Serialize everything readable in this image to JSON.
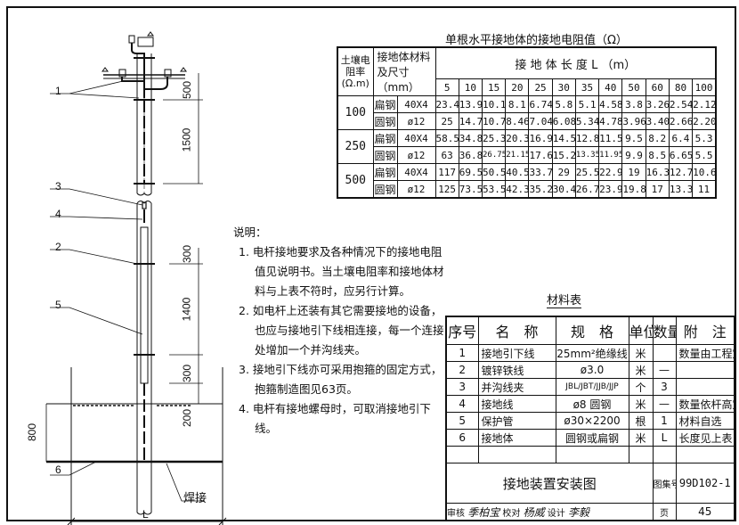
{
  "resistance_table": {
    "title": "单根水平接地体的接地电阻值（Ω）",
    "col_soil": "土壤电阻率(Ω.m)",
    "col_material": "接地体材料及尺寸（mm）",
    "col_length": "接 地 体 长 度 L （m）",
    "lengths": [
      "5",
      "10",
      "15",
      "20",
      "25",
      "30",
      "35",
      "40",
      "50",
      "60",
      "80",
      "100"
    ],
    "groups": [
      {
        "soil": "100",
        "rows": [
          {
            "material": "扁钢",
            "size": "40X4",
            "values": [
              "23.4",
              "13.9",
              "10.1",
              "8.1",
              "6.74",
              "5.8",
              "5.1",
              "4.58",
              "3.8",
              "3.26",
              "2.54",
              "2.12"
            ]
          },
          {
            "material": "圆钢",
            "size": "ø12",
            "values": [
              "25",
              "14.7",
              "10.7",
              "8.46",
              "7.04",
              "6.08",
              "5.34",
              "4.78",
              "3.96",
              "3.40",
              "2.66",
              "2.20"
            ]
          }
        ]
      },
      {
        "soil": "250",
        "rows": [
          {
            "material": "扁钢",
            "size": "40X4",
            "values": [
              "58.5",
              "34.8",
              "25.3",
              "20.3",
              "16.9",
              "14.5",
              "12.8",
              "11.5",
              "9.5",
              "8.2",
              "6.4",
              "5.3"
            ]
          },
          {
            "material": "圆钢",
            "size": "ø12",
            "values": [
              "63",
              "36.8",
              "26.75",
              "21.15",
              "17.6",
              "15.2",
              "13.35",
              "11.95",
              "9.9",
              "8.5",
              "6.65",
              "5.5"
            ]
          }
        ]
      },
      {
        "soil": "500",
        "rows": [
          {
            "material": "扁钢",
            "size": "40X4",
            "values": [
              "117",
              "69.5",
              "50.5",
              "40.5",
              "33.7",
              "29",
              "25.5",
              "22.9",
              "19",
              "16.3",
              "12.7",
              "10.6"
            ]
          },
          {
            "material": "圆钢",
            "size": "ø12",
            "values": [
              "125",
              "73.5",
              "53.5",
              "42.3",
              "35.2",
              "30.4",
              "26.7",
              "23.9",
              "19.8",
              "17",
              "13.3",
              "11"
            ]
          }
        ]
      }
    ]
  },
  "notes": {
    "heading": "说明：",
    "items": [
      "1. 电杆接地要求及各种情况下的接地电阻值见说明书。当土壤电阻率和接地体材料与上表不符时，应另行计算。",
      "2. 如电杆上还装有其它需要接地的设备，也应与接地引下线相连接，每一个连接处增加一个并沟线夹。",
      "3. 接地引下线亦可采用抱箍的固定方式，抱箍制造图见63页。",
      "4. 电杆有接地螺母时，可取消接地引下线。"
    ]
  },
  "materials": {
    "title": "材料表",
    "headers": [
      "序号",
      "名　称",
      "规　格",
      "单位",
      "数量",
      "附　注"
    ],
    "rows": [
      [
        "1",
        "接地引下线",
        "25mm²绝缘线",
        "米",
        "",
        "数量由工程定"
      ],
      [
        "2",
        "镀锌铁线",
        "ø3.0",
        "米",
        "—",
        ""
      ],
      [
        "3",
        "并沟线夹",
        "JBL/JBT/JJB/JJP",
        "个",
        "3",
        ""
      ],
      [
        "4",
        "接地线",
        "ø8 圆钢",
        "米",
        "—",
        "数量依杆高定"
      ],
      [
        "5",
        "保护管",
        "ø30×2200",
        "根",
        "1",
        "材料自选"
      ],
      [
        "6",
        "接地体",
        "圆钢或扁钢",
        "米",
        "L",
        "长度见上表"
      ]
    ]
  },
  "title_block": {
    "drawing_title": "接地装置安装图",
    "atlas_label": "图集号",
    "atlas_no": "99D102-1",
    "review_label": "审核",
    "check_label": "校对",
    "check_name": "杨威",
    "design_label": "设计",
    "design_name": "李毅",
    "review_name": "季柏宝",
    "page_label": "页",
    "page_no": "45"
  },
  "drawing": {
    "callouts": [
      "1",
      "3",
      "4",
      "2",
      "5",
      "6"
    ],
    "dims": [
      "500",
      "1500",
      "300",
      "1400",
      "300",
      "200",
      "800",
      "L"
    ],
    "weld_label": "焊接"
  }
}
